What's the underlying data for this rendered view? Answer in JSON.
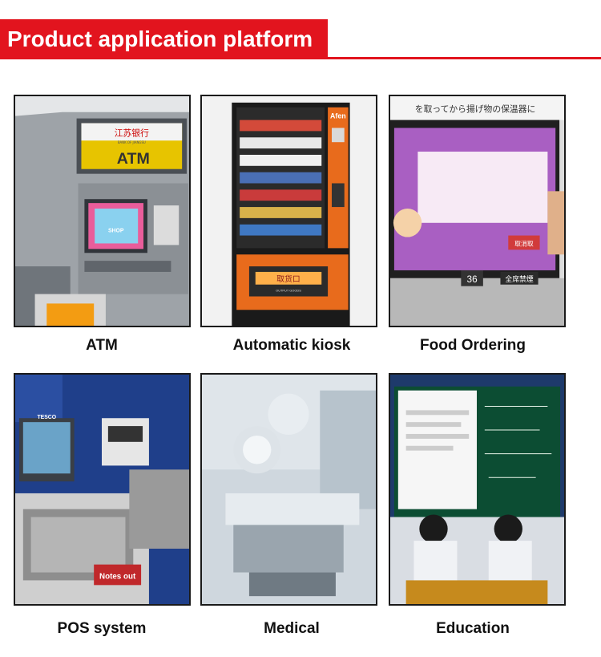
{
  "header": {
    "title": "Product application platform",
    "accent_color": "#e2141e"
  },
  "items": [
    {
      "label": "ATM",
      "image_label": "ATM",
      "bank_name": "江苏银行",
      "bank_subtitle": "BANK OF JIANGSU",
      "shop_sign": "SHOP"
    },
    {
      "label": "Automatic kiosk",
      "brand": "Afen",
      "slot_text": "取货口",
      "slot_subtitle": "OUTPUT GOODS"
    },
    {
      "label": "Food Ordering",
      "banner_text": "を取ってから揚げ物の保温器に",
      "seat_number": "36",
      "no_smoking_sign": "全席禁煙",
      "order_button": "取消取"
    },
    {
      "label": "POS system",
      "store_sign": "TESCO",
      "notes_sign": "Notes out"
    },
    {
      "label": "Medical"
    },
    {
      "label": "Education"
    }
  ]
}
